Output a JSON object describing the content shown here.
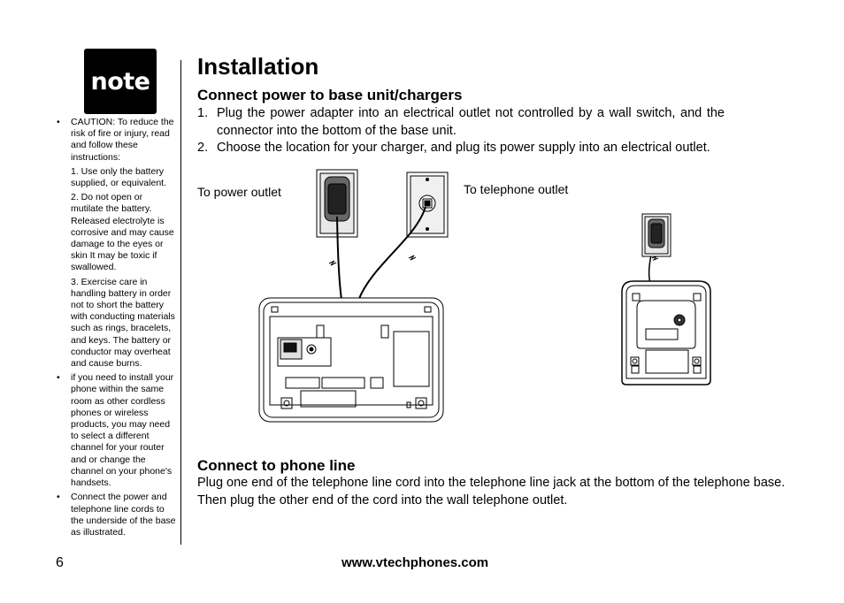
{
  "note_badge": "note",
  "sidebar": {
    "items": [
      {
        "text": "CAUTION: To reduce the risk of fire or injury, read and follow these instructions:",
        "subs": [
          "1. Use only the battery supplied, or equivalent.",
          "2. Do not open or mutilate the battery. Released electrolyte is corrosive and may cause damage to the eyes or skin It may be toxic if swallowed.",
          "3. Exercise care in handling battery in order not to short the battery with conducting materials such as rings, bracelets, and keys. The battery or conductor may overheat and cause burns."
        ]
      },
      {
        "text": "if you need to install your phone within the same room as other cordless phones or wireless products, you may need to select a different channel for your router and or change the channel on your phone's handsets."
      },
      {
        "text": "Connect the power and telephone line cords to the underside of the base as illustrated."
      }
    ]
  },
  "title": "Installation",
  "section1": {
    "heading": "Connect power to base unit/chargers",
    "steps": [
      {
        "num": "1.",
        "text": "Plug the power adapter into an electrical outlet not controlled by a wall switch, and the connector into the bottom of the base unit."
      },
      {
        "num": "2.",
        "text": "Choose the location for your charger, and plug its power supply into an electrical outlet."
      }
    ]
  },
  "diagram": {
    "power_outlet_label": "To power outlet",
    "phone_outlet_label": "To telephone outlet"
  },
  "section2": {
    "heading": "Connect to phone line",
    "body": "Plug one end of the telephone line cord into the telephone line jack at the bottom of the telephone base. Then plug the other end of the cord into the wall telephone outlet."
  },
  "footer": {
    "page_number": "6",
    "website": "www.vtechphones.com"
  }
}
